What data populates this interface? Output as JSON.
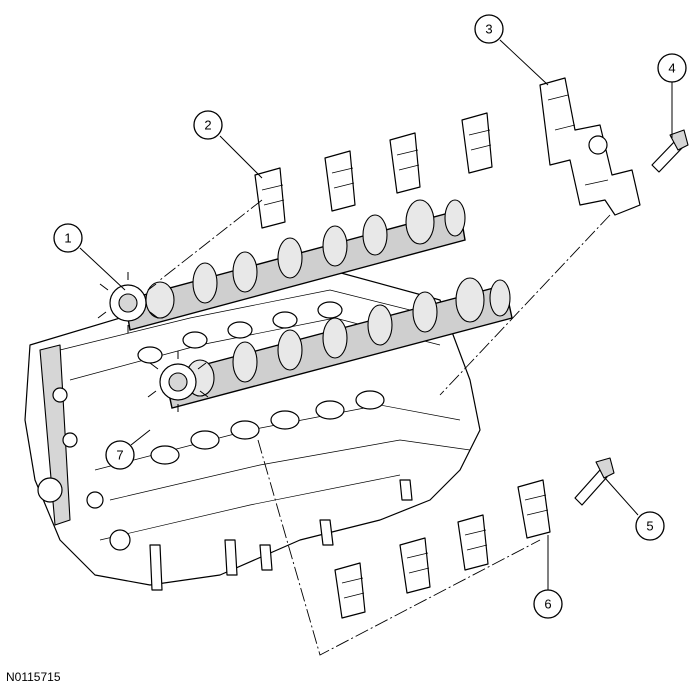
{
  "figure_id": "N0115715",
  "callouts": [
    {
      "label": "1"
    },
    {
      "label": "2"
    },
    {
      "label": "3"
    },
    {
      "label": "4"
    },
    {
      "label": "5"
    },
    {
      "label": "6"
    },
    {
      "label": "7"
    }
  ],
  "colors": {
    "line": "#000000",
    "fill": "#ffffff",
    "shade": "#d6d6d6"
  }
}
